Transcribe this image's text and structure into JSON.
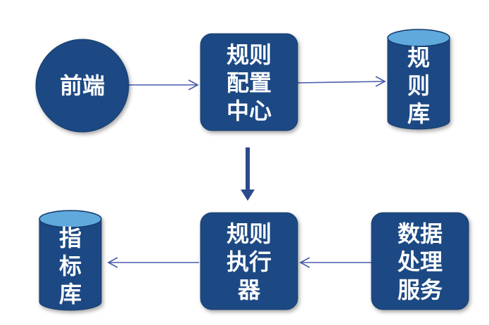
{
  "colors": {
    "node_fill": "#1e4a84",
    "node_edge": "#153a6b",
    "cylinder_top": "#5fa9dd",
    "arrow": "#4a5aa8",
    "thick_arrow": "#2c4a8c",
    "text": "#ffffff",
    "background": "#ffffff"
  },
  "nodes": {
    "frontend": {
      "label": "前端",
      "shape": "circle"
    },
    "rule_config_center": {
      "label": "规则配置中心",
      "lines": [
        "规则",
        "配置",
        "中心"
      ],
      "shape": "rounded-rect"
    },
    "rule_library": {
      "label": "规则库",
      "lines": [
        "规",
        "则",
        "库"
      ],
      "shape": "cylinder"
    },
    "rule_executor": {
      "label": "规则执行器",
      "lines": [
        "规则",
        "执行",
        "器"
      ],
      "shape": "rounded-rect"
    },
    "data_processing_service": {
      "label": "数据处理服务",
      "lines": [
        "数据",
        "处理",
        "服务"
      ],
      "shape": "rounded-rect"
    },
    "metric_library": {
      "label": "指标库",
      "lines": [
        "指",
        "标",
        "库"
      ],
      "shape": "cylinder"
    }
  },
  "edges": [
    {
      "from": "frontend",
      "to": "rule_config_center",
      "style": "thin"
    },
    {
      "from": "rule_config_center",
      "to": "rule_library",
      "style": "thin"
    },
    {
      "from": "rule_config_center",
      "to": "rule_executor",
      "style": "thick"
    },
    {
      "from": "data_processing_service",
      "to": "rule_executor",
      "style": "thin"
    },
    {
      "from": "rule_executor",
      "to": "metric_library",
      "style": "thin"
    }
  ]
}
